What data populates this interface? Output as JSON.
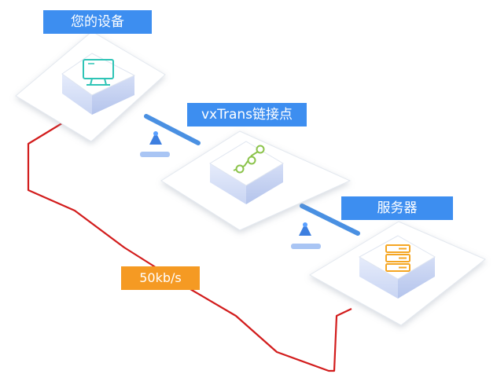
{
  "nodes": {
    "device": {
      "label": "您的设备",
      "icon": "monitor-icon"
    },
    "relay": {
      "label": "vxTrans链接点",
      "icon": "route-icon"
    },
    "server": {
      "label": "服务器",
      "icon": "server-icon"
    }
  },
  "link": {
    "speed_label": "50kb/s"
  },
  "colors": {
    "label_blue": "#3d8ef0",
    "speed_orange": "#f59a23",
    "link_red": "#d21c1c",
    "accelerated_link_blue": "#4a90e2",
    "monitor_teal": "#2ec4b6",
    "route_green": "#8bc34a",
    "server_orange": "#f5a623"
  }
}
